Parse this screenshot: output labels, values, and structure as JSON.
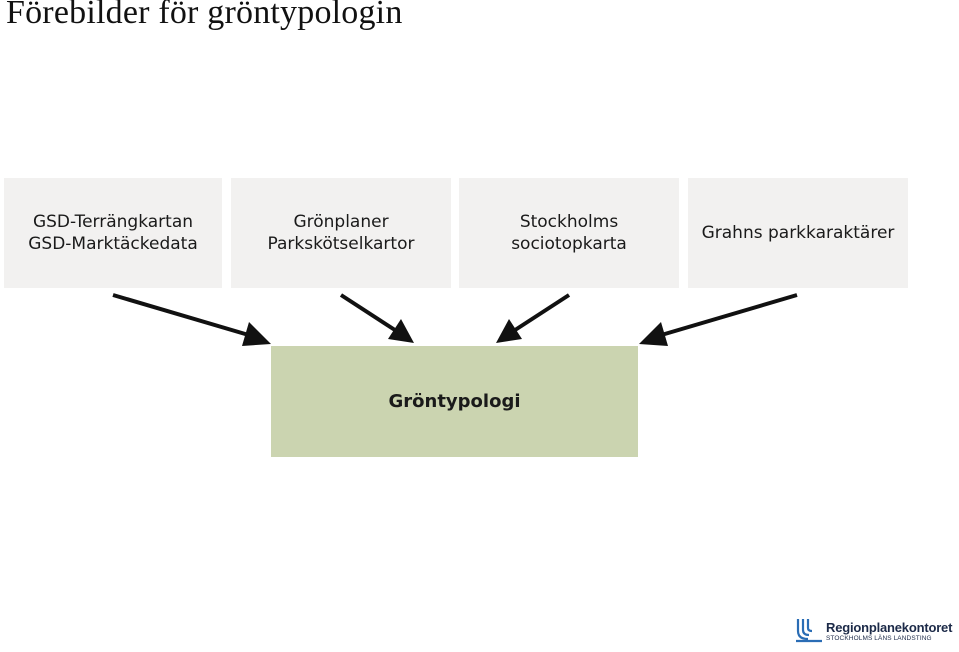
{
  "title": "Förebilder för gröntypologin",
  "sources": [
    {
      "line1": "GSD-Terrängkartan",
      "line2": "GSD-Marktäckedata"
    },
    {
      "line1": "Grönplaner",
      "line2": "Parkskötselkartor"
    },
    {
      "line1": "Stockholms",
      "line2": "sociotopkarta"
    },
    {
      "line1": "Grahns parkkaraktärer",
      "line2": ""
    }
  ],
  "target": "Gröntypologi",
  "logo": {
    "name": "Regionplanekontoret",
    "subtitle": "STOCKHOLMS LÄNS LANDSTING"
  },
  "colors": {
    "source_box": "#f2f1f0",
    "target_box": "#cbd4b0",
    "arrow": "#111111",
    "logo_blue": "#2a6db5"
  }
}
